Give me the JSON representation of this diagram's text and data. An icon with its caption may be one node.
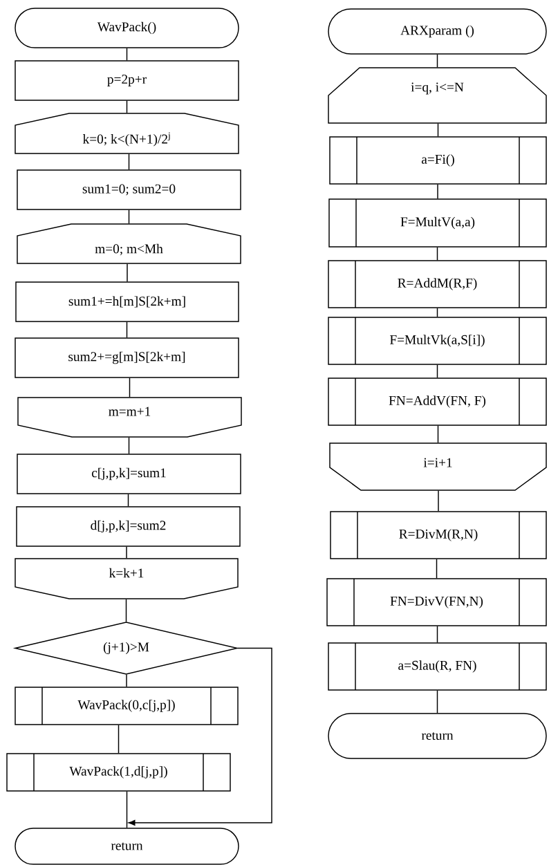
{
  "diagram": {
    "nodes": [
      {
        "text": [
          "WavPack()"
        ]
      },
      {
        "text": [
          "p=2p+r"
        ]
      },
      {
        "text": [
          "k=0; k<(N+1)/2$^{j}$"
        ]
      },
      {
        "text": [
          "sum1=0; sum2=0"
        ]
      },
      {
        "text": [
          "m=0; m<Mh"
        ]
      },
      {
        "text": [
          "sum1+=h[m]S[2k+m]"
        ]
      },
      {
        "text": [
          "sum2+=g[m]S[2k+m]"
        ]
      },
      {
        "text": [
          "m=m+1"
        ]
      },
      {
        "text": [
          "c[j,p,k]=sum1"
        ]
      },
      {
        "text": [
          "d[j,p,k]=sum2"
        ]
      },
      {
        "text": [
          "k=k+1"
        ]
      },
      {
        "text": [
          "(j+1)>M"
        ]
      },
      {
        "text": [
          "WavPack(0,c[j,p])"
        ]
      },
      {
        "text": [
          "WavPack(1,d[j,p])"
        ]
      },
      {
        "text": [
          "return"
        ]
      },
      {
        "text": [
          "ARXparam ()"
        ]
      },
      {
        "text": [
          "i=q, i<=N"
        ]
      },
      {
        "text": [
          "a=Fi()"
        ]
      },
      {
        "text": [
          "F=MultV(a,a)"
        ]
      },
      {
        "text": [
          "R=AddM(R,F)"
        ]
      },
      {
        "text": [
          "F=MultVk(a,S[i])"
        ]
      },
      {
        "text": [
          "FN=AddV(FN, F)"
        ]
      },
      {
        "text": [
          "i=i+1"
        ]
      },
      {
        "text": [
          "R=DivM(R,N)"
        ]
      },
      {
        "text": [
          "FN=DivV(FN,N)"
        ]
      },
      {
        "text": [
          "a=Slau(R, FN)"
        ]
      },
      {
        "text": [
          "return"
        ]
      }
    ],
    "edges": [
      {
        "from": 0,
        "to": 1,
        "arrow": "none"
      },
      {
        "from": 1,
        "to": 2,
        "arrow": "none"
      },
      {
        "from": 2,
        "to": 3,
        "arrow": "none"
      },
      {
        "from": 3,
        "to": 4,
        "arrow": "none"
      },
      {
        "from": 4,
        "to": 5,
        "arrow": "none"
      },
      {
        "from": 5,
        "to": 6,
        "arrow": "none"
      },
      {
        "from": 6,
        "to": 7,
        "arrow": "none"
      },
      {
        "from": 7,
        "to": 8,
        "arrow": "none"
      },
      {
        "from": 8,
        "to": 9,
        "arrow": "none"
      },
      {
        "from": 9,
        "to": 10,
        "arrow": "none"
      },
      {
        "from": 10,
        "to": 11,
        "arrow": "none"
      },
      {
        "from": 11,
        "to": 12,
        "arrow": "none"
      },
      {
        "from": 12,
        "to": 13,
        "arrow": "none"
      },
      {
        "from": 13,
        "to": 14,
        "arrow": "none"
      },
      {
        "from": 11,
        "to": 14,
        "arrow": "to"
      },
      {
        "from": 15,
        "to": 16,
        "arrow": "none"
      },
      {
        "from": 16,
        "to": 17,
        "arrow": "none"
      },
      {
        "from": 17,
        "to": 18,
        "arrow": "none"
      },
      {
        "from": 18,
        "to": 19,
        "arrow": "none"
      },
      {
        "from": 19,
        "to": 20,
        "arrow": "none"
      },
      {
        "from": 20,
        "to": 21,
        "arrow": "none"
      },
      {
        "from": 21,
        "to": 22,
        "arrow": "none"
      },
      {
        "from": 22,
        "to": 23,
        "arrow": "none"
      },
      {
        "from": 23,
        "to": 24,
        "arrow": "none"
      },
      {
        "from": 24,
        "to": 25,
        "arrow": "none"
      },
      {
        "from": 25,
        "to": 26,
        "arrow": "none"
      }
    ]
  }
}
